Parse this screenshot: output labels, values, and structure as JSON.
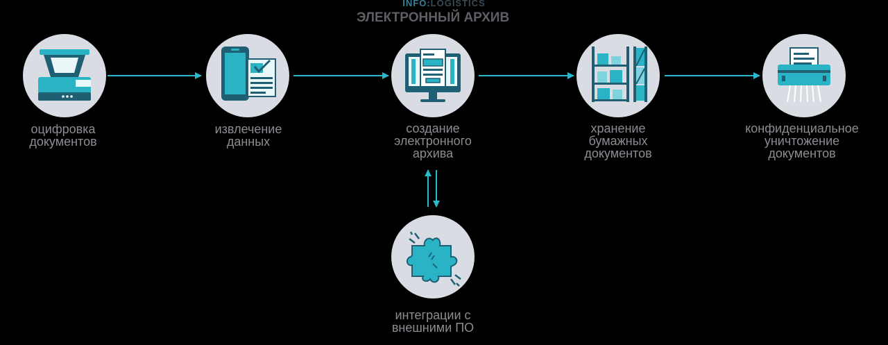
{
  "header": {
    "brand_part1": "INFO:",
    "brand_part2": "LOGISTICS",
    "title": "ЭЛЕКТРОННЫЙ АРХИВ"
  },
  "steps": [
    {
      "label": "оцифровка\nдокументов",
      "icon": "scanner-icon"
    },
    {
      "label": "извлечение\nданных",
      "icon": "phone-document-check-icon"
    },
    {
      "label": "создание\nэлектронного\nархива",
      "icon": "monitor-document-icon"
    },
    {
      "label": "хранение\nбумажных\nдокументов",
      "icon": "storage-shelves-icon"
    },
    {
      "label": "конфиденциальное\nуничтожение\nдокументов",
      "icon": "shredder-icon"
    }
  ],
  "integration": {
    "label": "интеграции с\nвнешними ПО",
    "icon": "puzzle-pieces-icon"
  },
  "colors": {
    "background": "#000000",
    "arrow": "#2bb8cc",
    "circle": "#d9dde3",
    "icon_teal": "#2ab3c4",
    "icon_dark": "#1f5f73",
    "text": "#8a8d92",
    "title": "#5c5f64"
  }
}
